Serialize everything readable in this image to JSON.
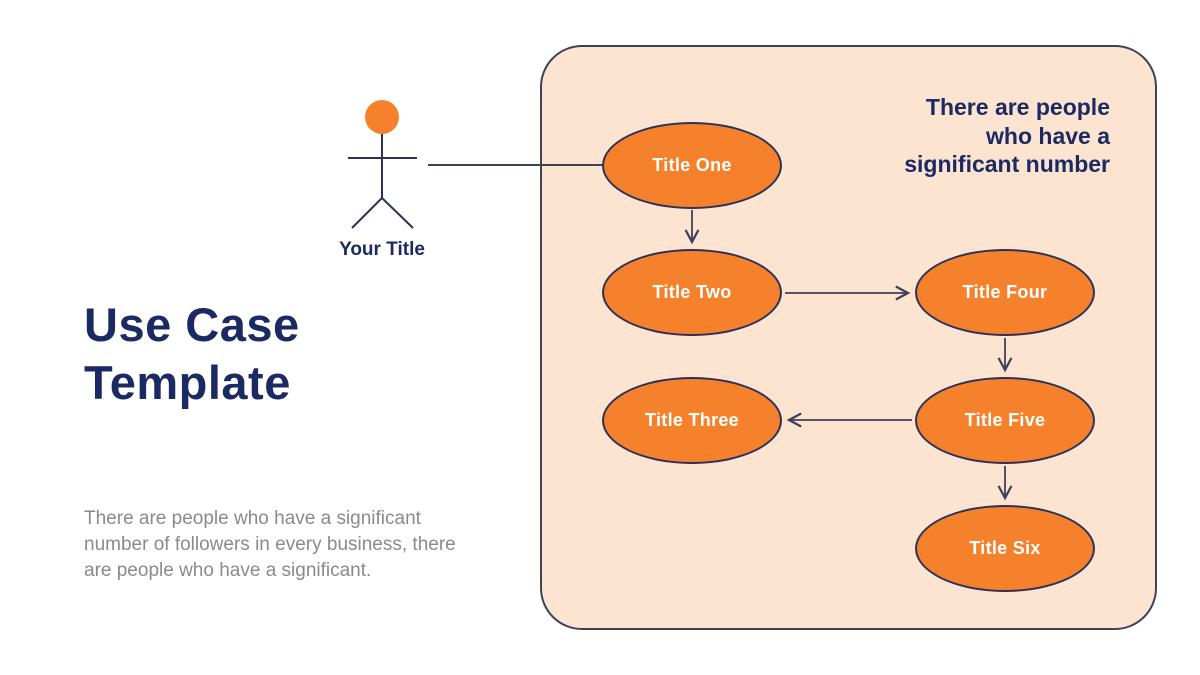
{
  "slide": {
    "title_lines": [
      "Use Case",
      "Template"
    ],
    "description": "There are people who have a significant number of followers in every business, there are people who have a significant.",
    "actor_label": "Your Title",
    "panel_heading_lines": [
      "There are people",
      "who have a",
      "significant number"
    ]
  },
  "diagram": {
    "nodes": [
      {
        "id": "one",
        "label": "Title One"
      },
      {
        "id": "two",
        "label": "Title Two"
      },
      {
        "id": "three",
        "label": "Title Three"
      },
      {
        "id": "four",
        "label": "Title Four"
      },
      {
        "id": "five",
        "label": "Title Five"
      },
      {
        "id": "six",
        "label": "Title Six"
      }
    ],
    "edges": [
      {
        "from": "actor",
        "to": "one",
        "arrowhead": false
      },
      {
        "from": "one",
        "to": "two",
        "arrowhead": true
      },
      {
        "from": "two",
        "to": "four",
        "arrowhead": true
      },
      {
        "from": "four",
        "to": "five",
        "arrowhead": true
      },
      {
        "from": "five",
        "to": "three",
        "arrowhead": true
      },
      {
        "from": "five",
        "to": "six",
        "arrowhead": true
      }
    ]
  },
  "colors": {
    "accent_orange": "#F5812C",
    "navy_text": "#1C2A63",
    "panel_fill": "#FCE4D1",
    "panel_border": "#3C4258",
    "node_border": "#2B3157",
    "node_text": "#FFFFFF",
    "line": "#3C4258",
    "gray_text": "#8A8A8A",
    "background": "#FFFFFF"
  }
}
